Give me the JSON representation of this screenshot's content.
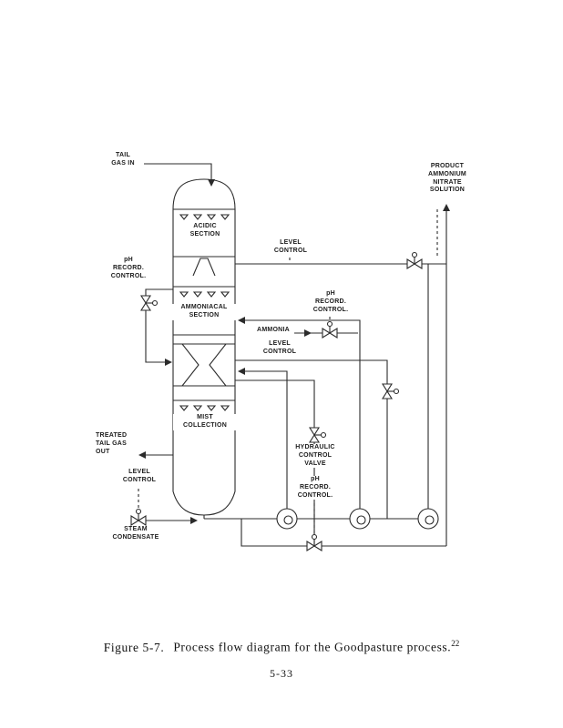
{
  "page": {
    "caption_figure": "Figure 5-7.",
    "caption_text": "Process flow diagram for the Goodpasture process.",
    "caption_ref": "22",
    "page_number": "5-33"
  },
  "diagram": {
    "labels": {
      "tail_gas_in": "TAIL\nGAS IN",
      "product": "PRODUCT\nAMMONIUM\nNITRATE\nSOLUTION",
      "acidic_section": "ACIDIC\nSECTION",
      "level_control_top": "LEVEL\nCONTROL",
      "ph_record_control_left": "pH\nRECORD.\nCONTROL.",
      "ph_record_control_mid": "pH\nRECORD.\nCONTROL.",
      "ammoniacal_section": "AMMONIACAL\nSECTION",
      "ammonia": "AMMONIA",
      "level_control_mid": "LEVEL\nCONTROL",
      "mist_collection": "MIST\nCOLLECTION",
      "treated_tail_gas_out": "TREATED\nTAIL GAS\nOUT",
      "hydraulic_control_valve": "HYDRAULIC\nCONTROL\nVALVE",
      "ph_record_control_bottom": "pH\nRECORD.\nCONTROL.",
      "level_control_bottom": "LEVEL\nCONTROL",
      "steam_condensate": "STEAM\nCONDENSATE"
    }
  }
}
